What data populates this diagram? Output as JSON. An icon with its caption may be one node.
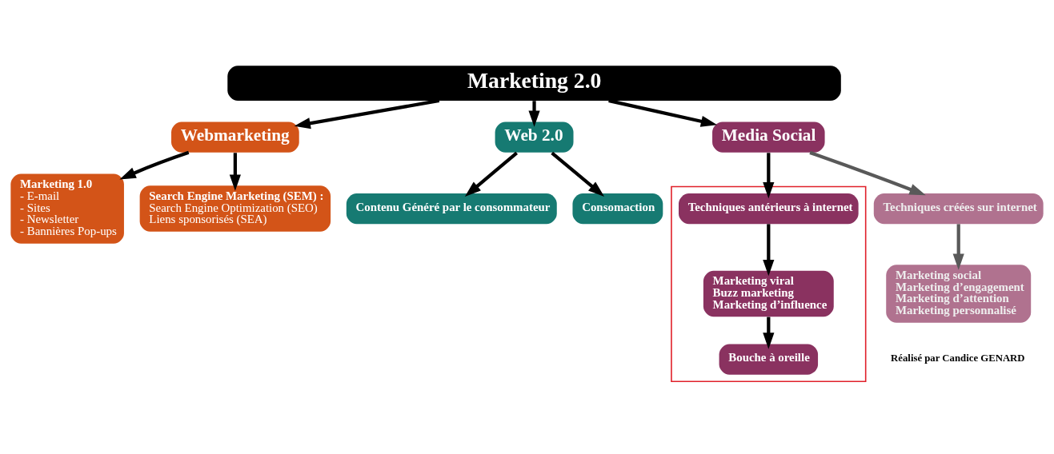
{
  "diagram": {
    "nodes": [
      {
        "text": [
          "Marketing 2.0"
        ]
      },
      {
        "text": [
          "Webmarketing"
        ]
      },
      {
        "text": [
          "Web 2.0"
        ]
      },
      {
        "text": [
          "Media Social"
        ]
      },
      {
        "text": [
          "Marketing 1.0",
          "- E-mail",
          "- Sites",
          "- Newsletter",
          "- Bannières Pop-ups"
        ]
      },
      {
        "text": [
          "Search Engine Marketing (SEM) :",
          "Search Engine Optimization (SEO)",
          "Liens sponsorisés (SEA)"
        ]
      },
      {
        "text": [
          "Contenu Généré par le consommateur"
        ]
      },
      {
        "text": [
          "Consomaction"
        ]
      },
      {
        "text": [],
        "shape": "box"
      },
      {
        "text": [
          "Techniques antérieurs à internet"
        ],
        "in": 8
      },
      {
        "text": [
          "Marketing viral",
          "Buzz marketing",
          "Marketing d’influence"
        ],
        "in": 8
      },
      {
        "text": [
          "Bouche à oreille"
        ],
        "in": 8
      },
      {
        "text": [
          "Techniques créées sur internet"
        ]
      },
      {
        "text": [
          "Marketing social",
          "Marketing d’engagement",
          "Marketing d’attention",
          "Marketing personnalisé"
        ]
      }
    ],
    "edges": [
      {
        "from": 0,
        "to": 1,
        "arrow": "to"
      },
      {
        "from": 0,
        "to": 2,
        "arrow": "to"
      },
      {
        "from": 0,
        "to": 3,
        "arrow": "to"
      },
      {
        "from": 1,
        "to": 4,
        "arrow": "to"
      },
      {
        "from": 1,
        "to": 5,
        "arrow": "to"
      },
      {
        "from": 2,
        "to": 6,
        "arrow": "to"
      },
      {
        "from": 2,
        "to": 7,
        "arrow": "to"
      },
      {
        "from": 3,
        "to": 9,
        "arrow": "to"
      },
      {
        "from": 3,
        "to": 12,
        "arrow": "to",
        "color": "#595959"
      },
      {
        "from": 9,
        "to": 10,
        "arrow": "to"
      },
      {
        "from": 10,
        "to": 11,
        "arrow": "to"
      },
      {
        "from": 12,
        "to": 13,
        "arrow": "to",
        "color": "#595959"
      }
    ],
    "labels": [
      "Réalisé par Candice GENARD"
    ]
  }
}
